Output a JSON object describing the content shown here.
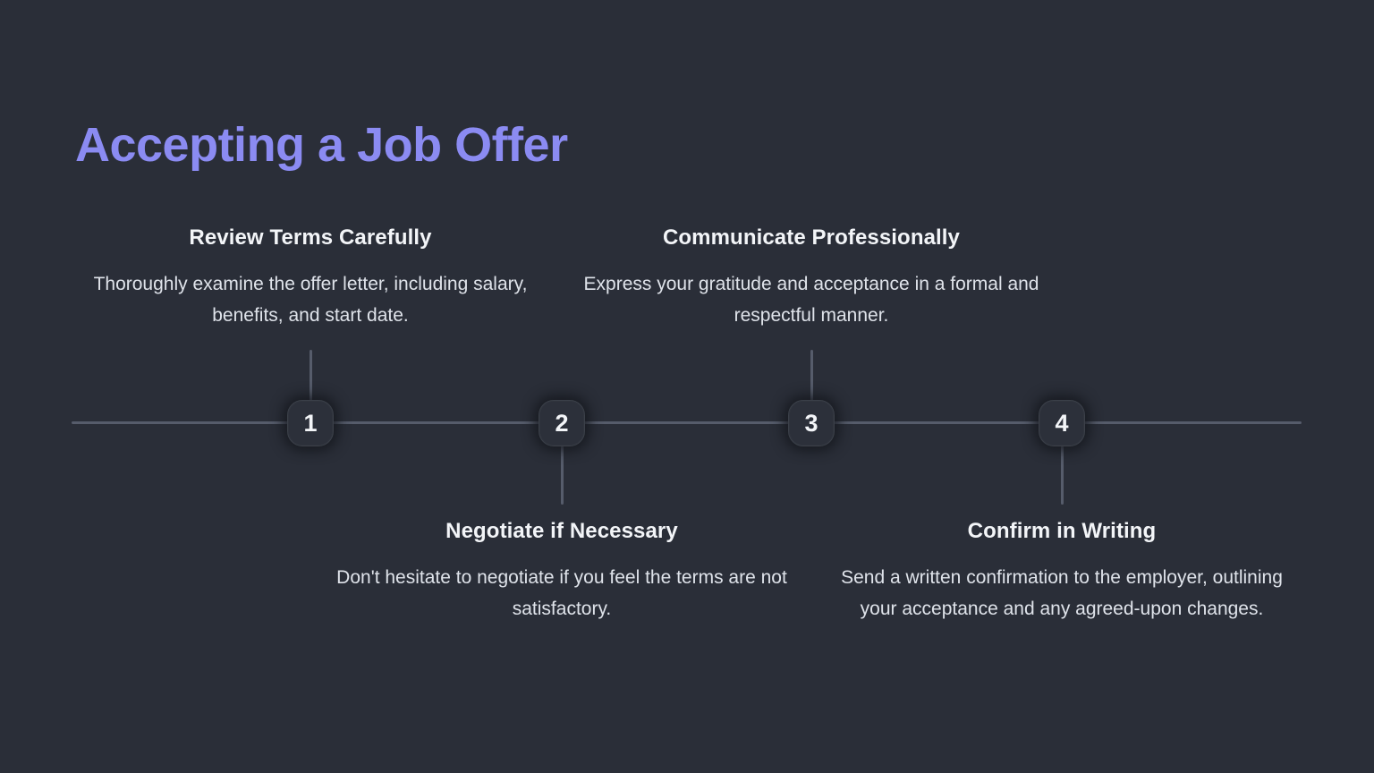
{
  "slide": {
    "title": "Accepting a Job Offer",
    "background_color": "#2a2e38",
    "title_color": "#8b8bf2",
    "line_color": "#565c6b",
    "heading_color": "#f3f5f8",
    "body_color": "#dfe3ea"
  },
  "timeline": {
    "steps": [
      {
        "number": "1",
        "position": "above",
        "heading": "Review Terms Carefully",
        "body": "Thoroughly examine the offer letter, including salary, benefits, and start date."
      },
      {
        "number": "2",
        "position": "below",
        "heading": "Negotiate if Necessary",
        "body": "Don't hesitate to negotiate if you feel the terms are not satisfactory."
      },
      {
        "number": "3",
        "position": "above",
        "heading": "Communicate Professionally",
        "body": "Express your gratitude and acceptance in a formal and respectful manner."
      },
      {
        "number": "4",
        "position": "below",
        "heading": "Confirm in Writing",
        "body": "Send a written confirmation to the employer, outlining your acceptance and any agreed-upon changes."
      }
    ]
  }
}
